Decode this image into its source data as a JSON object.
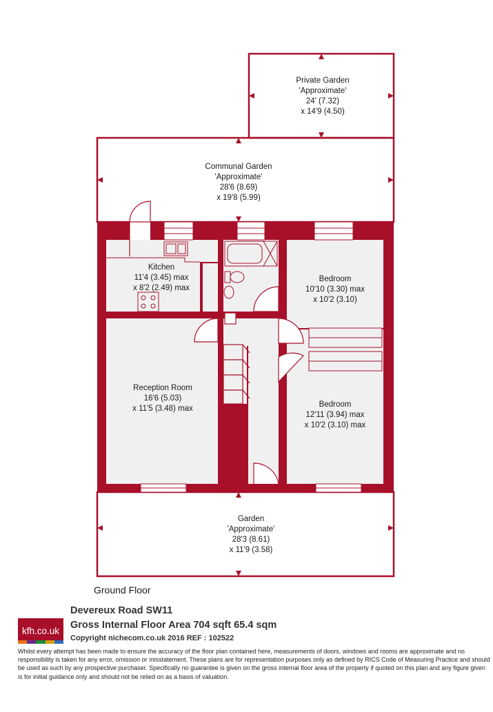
{
  "colors": {
    "wall": "#a8102a",
    "floor": "#f0f0f0",
    "outline": "#a8102a",
    "text": "#1a1a1a"
  },
  "rooms": {
    "private_garden": {
      "name": "Private Garden",
      "note": "'Approximate'",
      "dim1": "24' (7.32)",
      "dim2": "x 14'9 (4.50)"
    },
    "communal_garden": {
      "name": "Communal Garden",
      "note": "'Approximate'",
      "dim1": "28'6 (8.69)",
      "dim2": "x 19'8 (5.99)"
    },
    "kitchen": {
      "name": "Kitchen",
      "dim1": "11'4 (3.45) max",
      "dim2": "x 8'2 (2.49) max"
    },
    "bedroom_1": {
      "name": "Bedroom",
      "dim1": "10'10 (3.30) max",
      "dim2": "x 10'2 (3.10)"
    },
    "reception": {
      "name": "Reception Room",
      "dim1": "16'6 (5.03)",
      "dim2": "x 11'5 (3.48) max"
    },
    "bedroom_2": {
      "name": "Bedroom",
      "dim1": "12'11 (3.94) max",
      "dim2": "x 10'2 (3.10) max"
    },
    "garden": {
      "name": "Garden",
      "note": "'Approximate'",
      "dim1": "28'3 (8.61)",
      "dim2": "x 11'9 (3.58)"
    }
  },
  "floor_label": "Ground Floor",
  "footer": {
    "logo_text": "kfh.co.uk",
    "logo_stripe_colors": [
      "#e8731a",
      "#6a2a8c",
      "#1a8c3c",
      "#d4a10a",
      "#2a6ab8"
    ],
    "address": "Devereux Road SW11",
    "area": "Gross Internal Floor Area 704 sqft 65.4 sqm",
    "copyright": "Copyright nichecom.co.uk 2016 REF : 102522",
    "disclaimer": "Whilst every attempt has been made to ensure the accuracy of the floor plan contained here, measurements of doors, windows and rooms are approximate and no responsibility is taken for any error, omission or misstatement.  These plans are for representation purposes only as defined by RICS Code of Measuring Practice and should be used as such by any prospective purchaser.  Specifically no guarantee is given on the gross internal floor area of the property if quoted on this plan and any figure given is for initial guidance only and should not be relied on as a basis of valuation."
  }
}
